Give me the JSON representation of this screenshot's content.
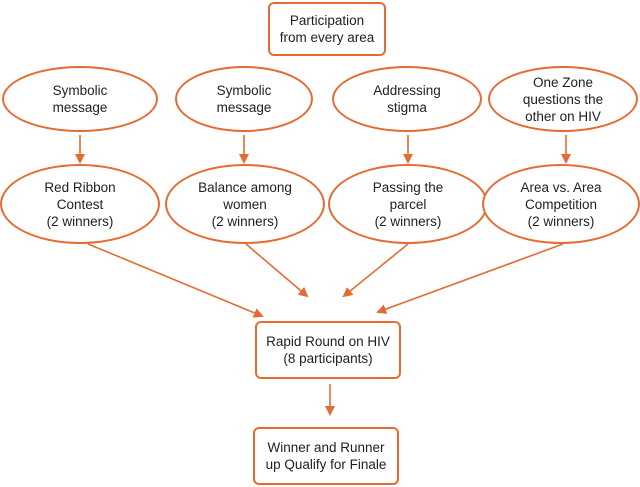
{
  "accent_color": "#e46c32",
  "top": {
    "label": "Participation\nfrom every area"
  },
  "themes": [
    {
      "label": "Symbolic\nmessage"
    },
    {
      "label": "Symbolic\nmessage"
    },
    {
      "label": "Addressing\nstigma"
    },
    {
      "label": "One Zone\nquestions the\nother on HIV"
    }
  ],
  "contests": [
    {
      "label": "Red Ribbon\nContest\n(2 winners)"
    },
    {
      "label": "Balance among\nwomen\n(2 winners)"
    },
    {
      "label": "Passing the\nparcel\n(2 winners)"
    },
    {
      "label": "Area vs. Area\nCompetition\n(2 winners)"
    }
  ],
  "rapid_round": {
    "label": "Rapid Round on HIV\n(8 participants)"
  },
  "final": {
    "label": "Winner and Runner\nup Qualify for Finale"
  }
}
